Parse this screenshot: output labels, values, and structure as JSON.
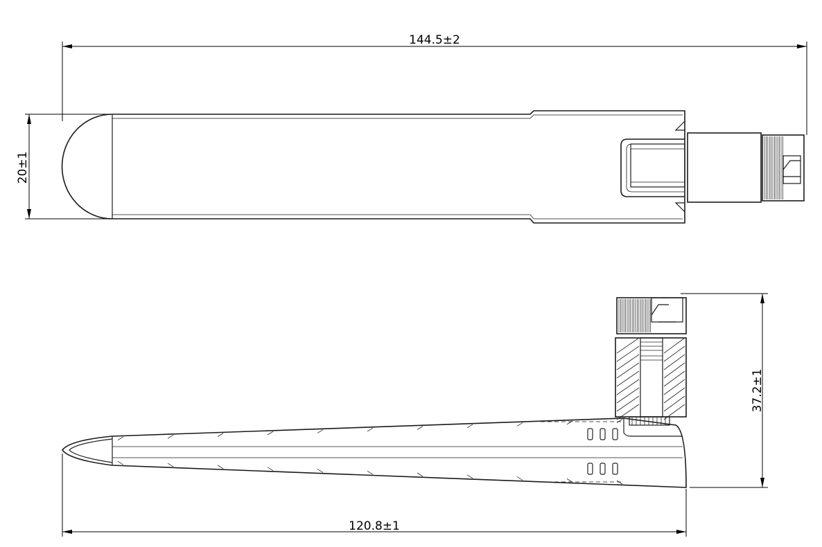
{
  "dimensions": {
    "overall_length": "144.5±2",
    "blade_width": "20±1",
    "folded_height": "37.2±1",
    "folded_length": "120.8±1"
  }
}
